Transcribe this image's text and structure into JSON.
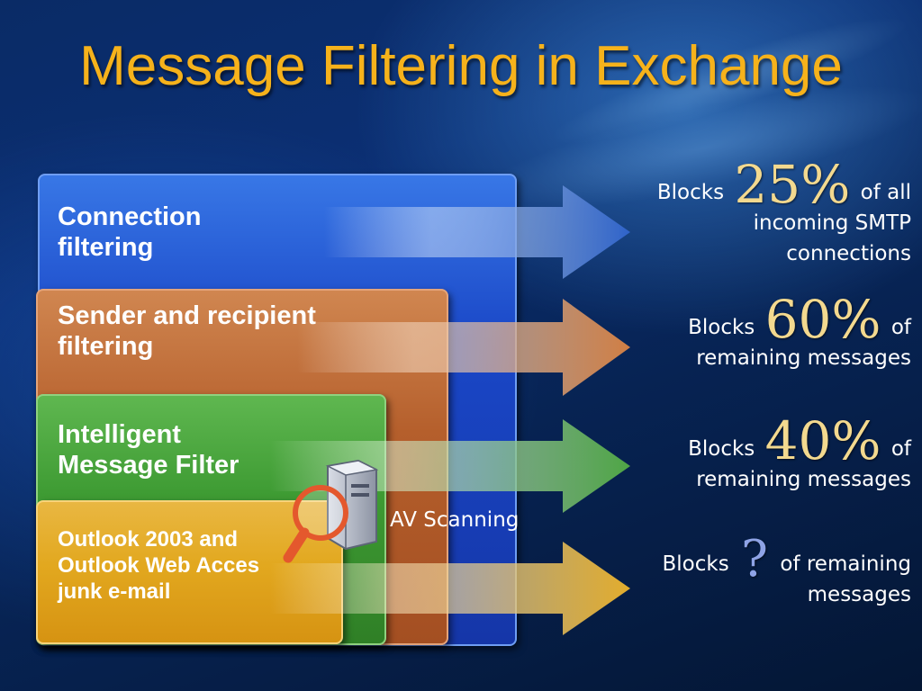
{
  "slide": {
    "title": "Message Filtering in Exchange"
  },
  "layers": [
    {
      "label_line1": "Connection",
      "label_line2": "filtering",
      "color": "#1a47c7"
    },
    {
      "label_line1": "Sender and recipient",
      "label_line2": "filtering",
      "color": "#b55f2c"
    },
    {
      "label_line1": "Intelligent",
      "label_line2": "Message Filter",
      "color": "#3e9b33"
    },
    {
      "label_line1": "Outlook 2003 and",
      "label_line2": "Outlook Web Acces",
      "label_line3": "junk e-mail",
      "color": "#e2a81f"
    }
  ],
  "av_scanning": {
    "label": "AV Scanning",
    "icon": "server-magnifier-icon"
  },
  "stats": [
    {
      "prefix": "Blocks",
      "value": "25%",
      "suffix": "of all",
      "line2": "incoming SMTP",
      "line3": "connections"
    },
    {
      "prefix": "Blocks",
      "value": "60%",
      "suffix": "of",
      "line2": "remaining messages"
    },
    {
      "prefix": "Blocks",
      "value": "40%",
      "suffix": "of",
      "line2": "remaining messages"
    },
    {
      "prefix": "Blocks",
      "value": "?",
      "suffix": "of remaining",
      "line2": "messages"
    }
  ],
  "colors": {
    "title": "#f6b21b",
    "background": "#0b2f73",
    "percent": "#f3d98f"
  }
}
